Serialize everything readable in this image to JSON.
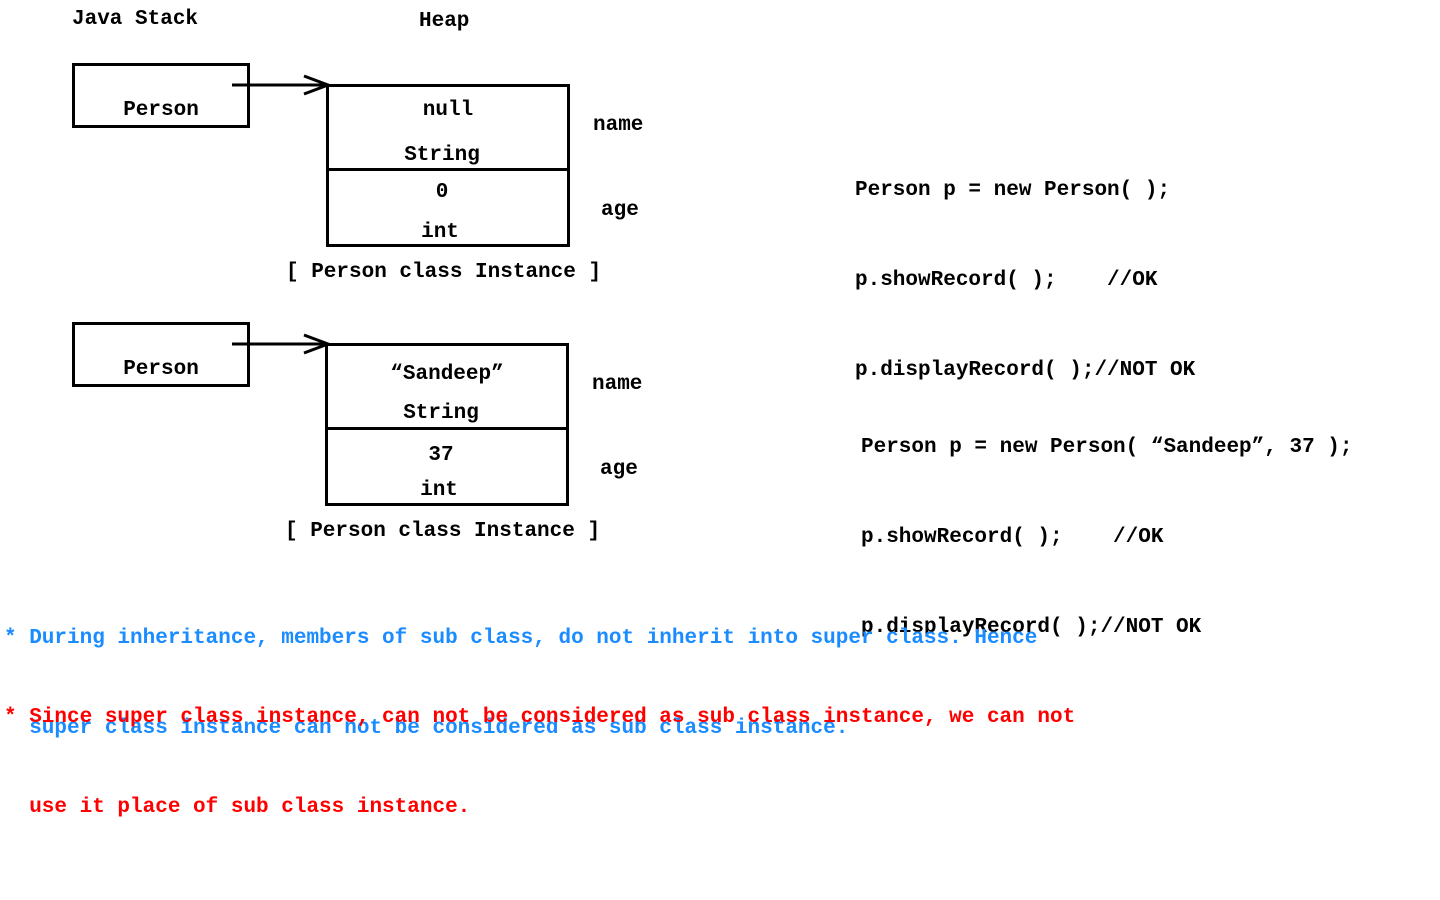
{
  "headers": {
    "stack": "Java Stack",
    "heap": "Heap"
  },
  "diagrams": [
    {
      "ref_label": "Person",
      "name_value": "null",
      "name_type": "String",
      "age_value": "0",
      "age_type": "int",
      "name_field": "name",
      "age_field": "age",
      "caption": "[ Person class Instance ]",
      "code": [
        "Person p = new Person( );",
        "p.showRecord( );    //OK",
        "p.displayRecord( );//NOT OK"
      ]
    },
    {
      "ref_label": "Person",
      "name_value": "“Sandeep”",
      "name_type": "String",
      "age_value": "37",
      "age_type": "int",
      "name_field": "name",
      "age_field": "age",
      "caption": "[ Person class Instance ]",
      "code": [
        "Person p = new Person( “Sandeep”, 37 );",
        "p.showRecord( );    //OK",
        "p.displayRecord( );//NOT OK"
      ]
    }
  ],
  "notes": [
    {
      "lines": [
        "* During inheritance, members of sub class, do not inherit into super class. Hence",
        "  super class instance can not be considered as sub class instance."
      ],
      "color": "#1a8cff"
    },
    {
      "lines": [
        "* Since super class instance, can not be considered as sub class instance, we can not",
        "  use it place of sub class instance."
      ],
      "color": "#ff0000"
    }
  ]
}
